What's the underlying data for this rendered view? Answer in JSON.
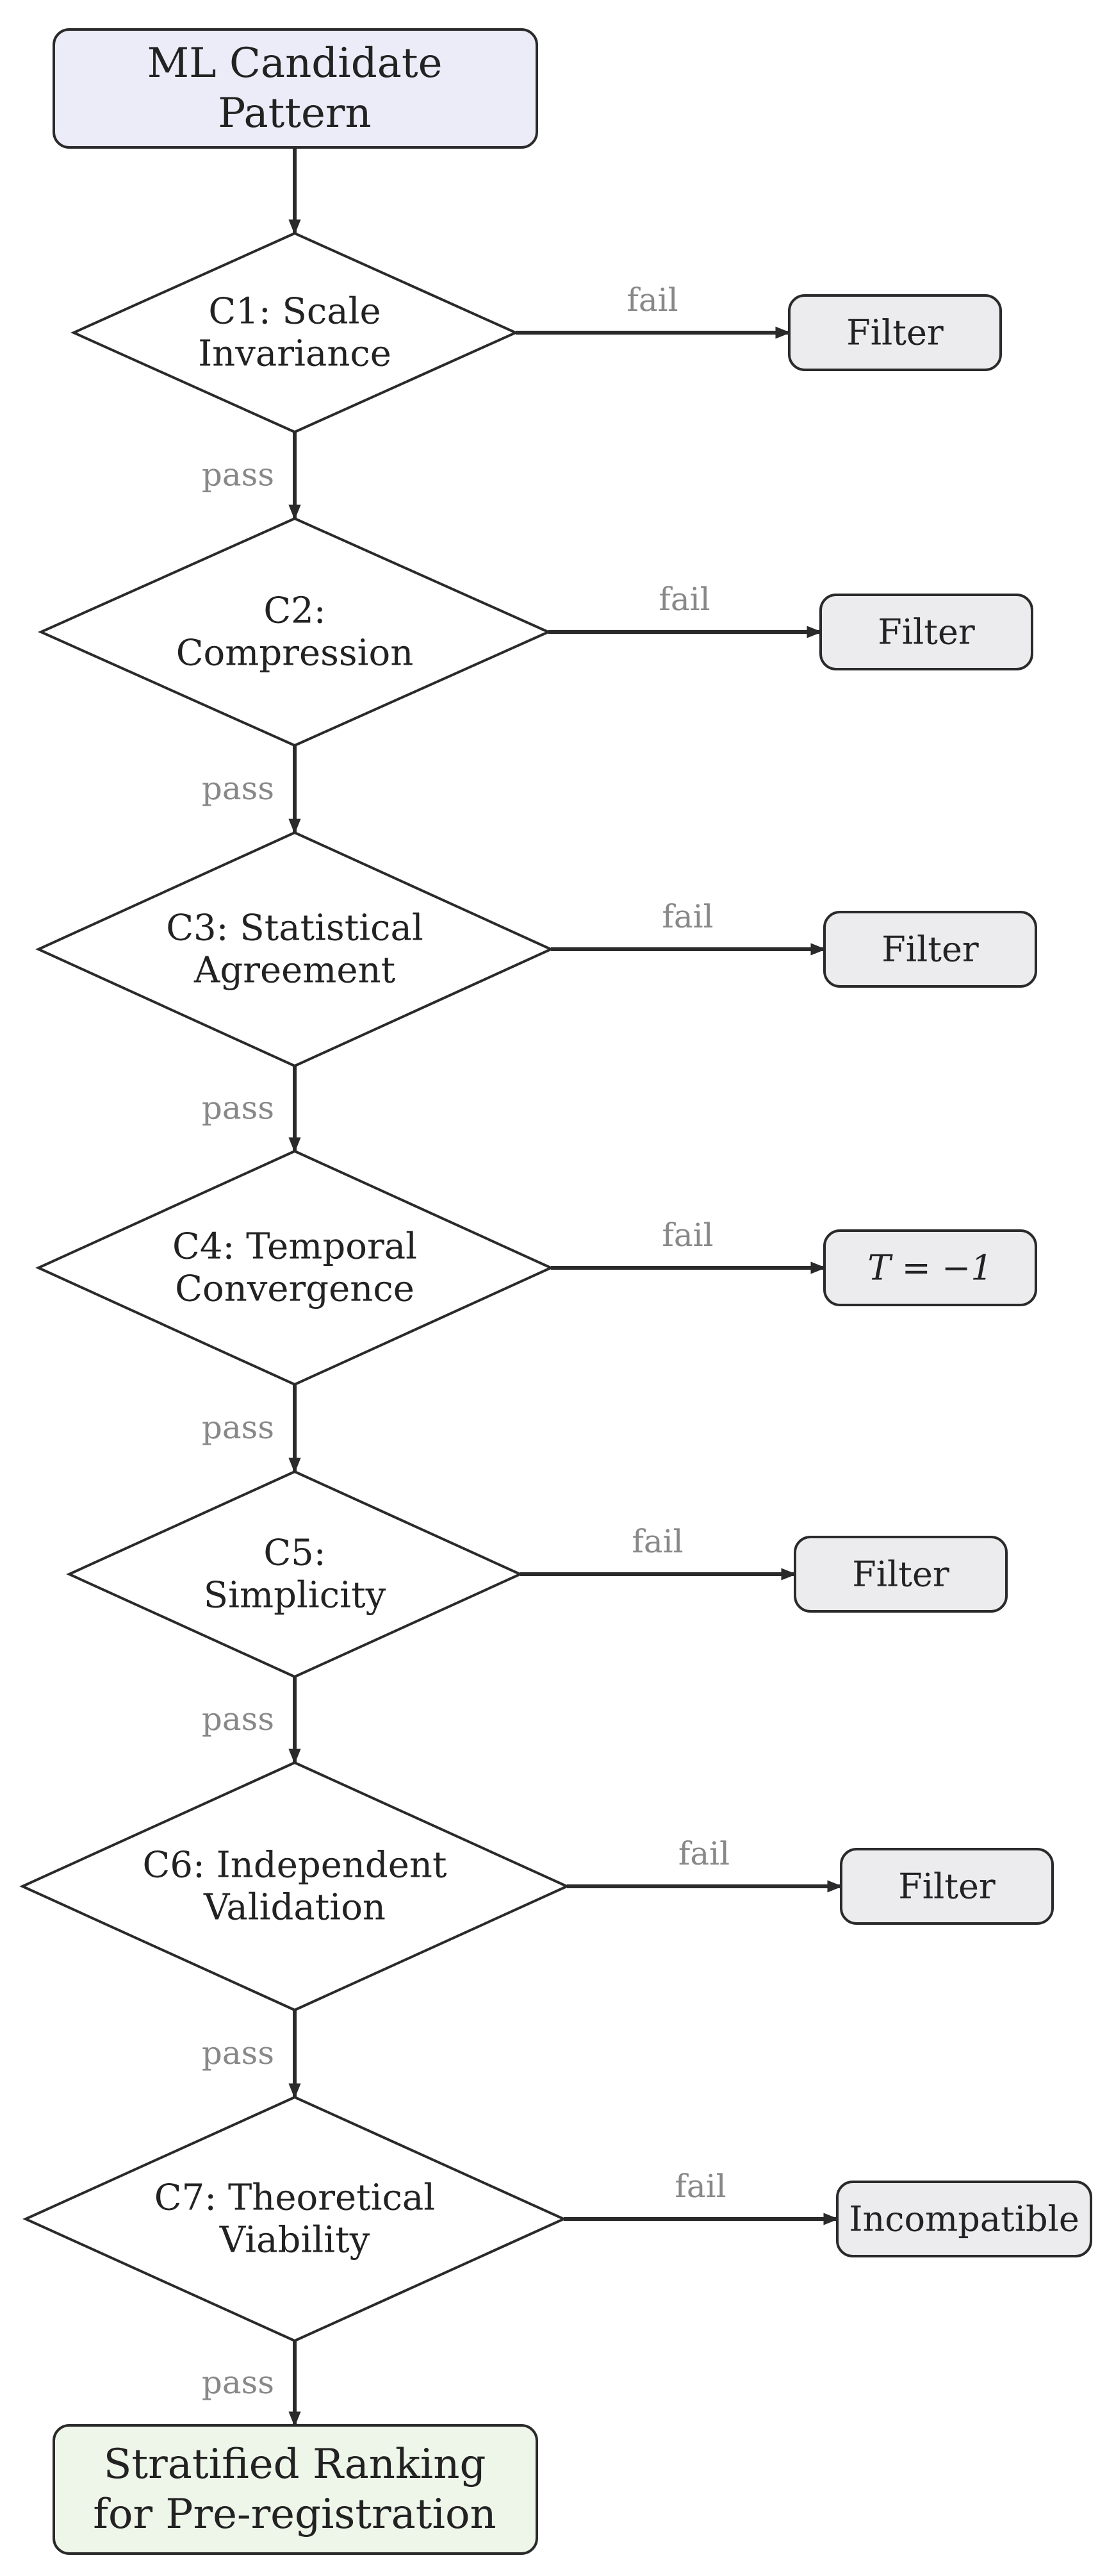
{
  "colors": {
    "start_fill": "#ecebf8",
    "end_fill": "#eef5e9",
    "outcome_fill": "#ececee",
    "stroke": "#2a2a2a",
    "edge_label": "#888888"
  },
  "start": {
    "lines": [
      "ML Candidate",
      "Pattern"
    ]
  },
  "end": {
    "lines": [
      "Stratified Ranking",
      "for Pre-registration"
    ]
  },
  "checks": [
    {
      "lines": [
        "C1: Scale",
        "Invariance"
      ],
      "outcome": "Filter"
    },
    {
      "lines": [
        "C2:",
        "Compression"
      ],
      "outcome": "Filter"
    },
    {
      "lines": [
        "C3: Statistical",
        "Agreement"
      ],
      "outcome": "Filter"
    },
    {
      "lines": [
        "C4: Temporal",
        "Convergence"
      ],
      "outcome": "T = −1"
    },
    {
      "lines": [
        "C5:",
        "Simplicity"
      ],
      "outcome": "Filter"
    },
    {
      "lines": [
        "C6: Independent",
        "Validation"
      ],
      "outcome": "Filter"
    },
    {
      "lines": [
        "C7: Theoretical",
        "Viability"
      ],
      "outcome": "Incompatible"
    }
  ],
  "edge_labels": {
    "pass": "pass",
    "fail": "fail"
  }
}
